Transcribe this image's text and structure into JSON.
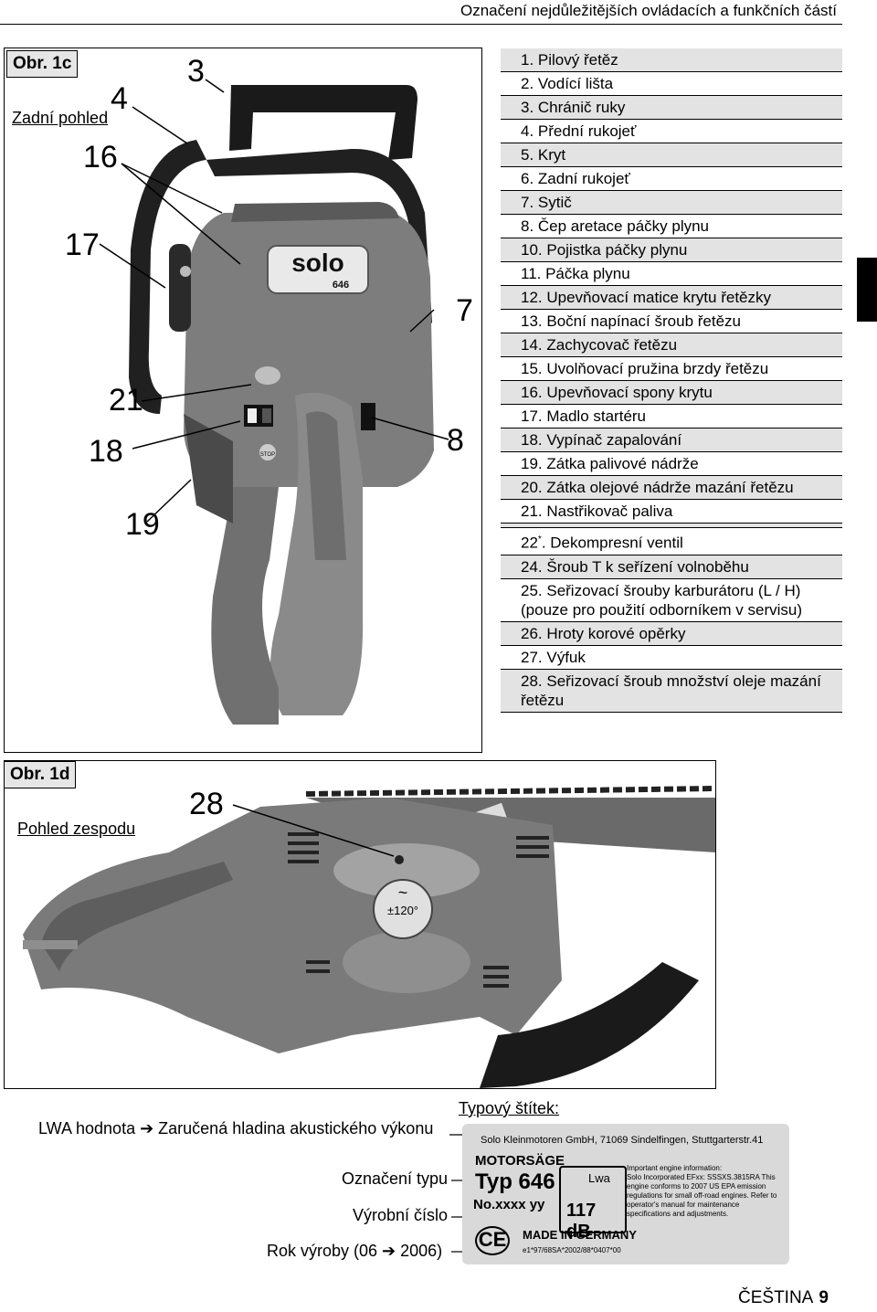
{
  "header": {
    "title": "Označení nejdůležitějších ovládacích a funkčních částí"
  },
  "fig1c": {
    "label": "Obr. 1c",
    "view": "Zadní pohled",
    "callouts": [
      "3",
      "4",
      "16",
      "17",
      "7",
      "21",
      "18",
      "8",
      "19"
    ],
    "brand": "solo",
    "model": "646",
    "stop": "STOP"
  },
  "legend": {
    "items": [
      "1. Pilový řetěz",
      "2. Vodící lišta",
      "3. Chránič ruky",
      "4. Přední rukojeť",
      "5. Kryt",
      "6. Zadní rukojeť",
      "7. Sytič",
      "8. Čep aretace páčky plynu",
      "10. Pojistka páčky plynu",
      "11. Páčka plynu",
      "12. Upevňovací matice krytu řetězky",
      "13. Boční napínací šroub řetězu",
      "14. Zachycovač řetězu",
      "15. Uvolňovací pružina brzdy řetězu",
      "16. Upevňovací spony krytu",
      "17. Madlo startéru",
      "18. Vypínač zapalování",
      "19. Zátka palivové nádrže",
      "20. Zátka olejové nádrže mazání řetězu",
      "21. Nastřikovač paliva"
    ],
    "item22_num": "22",
    "item22_mark": "*",
    "item22_text": ". Dekompresní ventil",
    "items_after": [
      "24. Šroub T k seřízení volnoběhu",
      "25. Seřizovací šrouby karburátoru (L / H) (pouze pro použití odborníkem v servisu)",
      "26. Hroty korové opěrky",
      "27. Výfuk",
      "28. Seřizovací šroub množství oleje mazání řetězu"
    ]
  },
  "fig1d": {
    "label": "Obr. 1d",
    "view": "Pohled zespodu",
    "callout": "28",
    "dial_symbol": "~",
    "dial_text": "±120°"
  },
  "plate": {
    "title": "Typový štítek:",
    "lwa": "LWA hodnota ➔ Zaručená hladina akustického výkonu",
    "type_label": "Označení typu",
    "serial_label": "Výrobní číslo",
    "year_label": "Rok výroby (06 ➔ 2006)",
    "maker": "Solo Kleinmotoren GmbH, 71069 Sindelfingen, Stuttgarterstr.41",
    "motorsage": "MOTORSÄGE",
    "typ": "Typ 646",
    "serial": "No.xxxx yy",
    "lwa_symbol": "Lwa",
    "lwa_value": "117 dB",
    "made_in": "MADE IN GERMANY",
    "ce": "CE",
    "info_title": "Important engine information:",
    "info_text": "Solo Incorporated EFxx: SSSXS.3815RA This engine conforms to 2007 US EPA emission regulations for small off-road engines. Refer to operator's manual for maintenance specifications and adjustments.",
    "code": "e1*97/68SA*2002/88*0407*00"
  },
  "footer": {
    "language": "ČEŠTINA",
    "page": "9"
  }
}
